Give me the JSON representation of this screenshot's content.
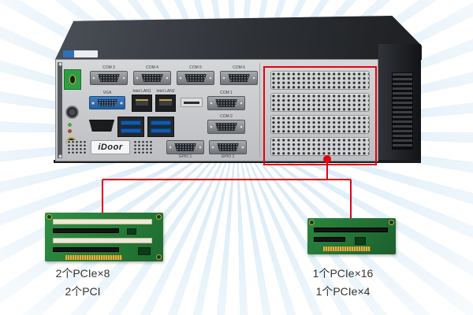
{
  "scene": {
    "ray_color": "#cfe6f5",
    "accent_red": "#e60012"
  },
  "device": {
    "brand_logo": "iDoor",
    "ports": {
      "com1": "COM 1",
      "com2": "COM 2",
      "com3": "COM 3",
      "com4": "COM 4",
      "com5": "COM 5",
      "com6": "COM 6",
      "vga": "VGA",
      "lan1": "Intel LAN1",
      "lan2": "Intel LAN2",
      "gpio1": "GPIO 1",
      "gpio2": "GPIO 2"
    }
  },
  "callout": {
    "left_board": {
      "line1": "2个PCIe×8",
      "line2": "2个PCI"
    },
    "right_board": {
      "line1": "1个PCIe×16",
      "line2": "1个PCIe×4"
    }
  }
}
